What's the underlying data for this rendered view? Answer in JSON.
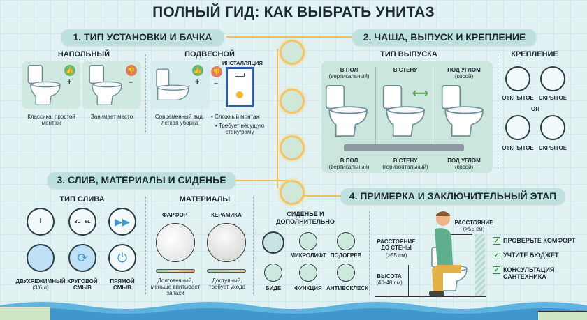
{
  "title": "ПОЛНЫЙ ГИД: КАК ВЫБРАТЬ УНИТАЗ",
  "s1": {
    "header": "1. ТИП УСТАНОВКИ И БАЧКА",
    "floor": {
      "title": "НАПОЛЬНЫЙ",
      "plus": "+",
      "minus": "–",
      "pro": "Классика, простой монтаж",
      "con": "Занимает место"
    },
    "wall": {
      "title": "ПОДВЕСНОЙ",
      "install": "ИНСТАЛЛЯЦИЯ",
      "plus": "+",
      "minus": "–",
      "pro": "Современный вид, легкая уборка",
      "con1": "• Сложный монтаж",
      "con2": "• Требует несущую стену/раму"
    }
  },
  "s2": {
    "header": "2. ЧАША, ВЫПУСК И КРЕПЛЕНИЕ",
    "outlet_title": "ТИП ВЫПУСКА",
    "top": [
      {
        "a": "В ПОЛ",
        "b": "(вертикальный)"
      },
      {
        "a": "В СТЕНУ",
        "b": ""
      },
      {
        "a": "ПОД УГЛОМ",
        "b": "(косой)"
      }
    ],
    "bottom": [
      {
        "a": "В ПОЛ",
        "b": "(вертикальный)"
      },
      {
        "a": "В СТЕНУ",
        "b": "(горизонтальный)"
      },
      {
        "a": "ПОД УГЛОМ",
        "b": "(косой)"
      }
    ],
    "mount_title": "КРЕПЛЕНИЕ",
    "open": "ОТКРЫТОЕ",
    "hidden": "СКРЫТОЕ",
    "or": "OR"
  },
  "s3": {
    "header": "3. СЛИВ, МАТЕРИАЛЫ И СИДЕНЬЕ",
    "flush_title": "ТИП СЛИВА",
    "btn_single": "I",
    "btn_3l": "3L",
    "btn_6l": "6L",
    "flush": [
      {
        "a": "ДВУХРЕЖИМНЫЙ",
        "b": "(3/6 л)"
      },
      {
        "a": "КРУГОВОЙ",
        "b": "СМЫВ"
      },
      {
        "a": "ПРЯМОЙ",
        "b": "СМЫВ"
      }
    ],
    "materials_title": "МАТЕРИАЛЫ",
    "porcelain": {
      "name": "ФАРФОР",
      "desc": "Долговечный, меньше впитывает запахи",
      "score": 1.0
    },
    "ceramic": {
      "name": "КЕРАМИКА",
      "desc": "Доступный, требует ухода",
      "score": 0.85
    },
    "seat_title": "СИДЕНЬЕ И ДОПОЛНИТЕЛЬНО",
    "seat": [
      "МИКРОЛИФТ",
      "ПОДОГРЕВ",
      "БИДЕ",
      "ФУНКЦИЯ",
      "АНТИВСКЛЕСК"
    ]
  },
  "s4": {
    "header": "4. ПРИМЕРКА И ЗАКЛЮЧИТЕЛЬНЫЙ ЭТАП",
    "dist_top": "РАССТОЯНИЕ",
    "dist_top_v": "(>55 см)",
    "dist_wall": "РАССТОЯНИЕ ДО СТЕНЫ",
    "dist_wall_v": "(>55 см)",
    "height": "ВЫСОТА",
    "height_v": "(40-48 см)",
    "checks": [
      "ПРОВЕРЬТЕ КОМФОРТ",
      "УЧТИТЕ БЮДЖЕТ",
      "КОНСУЛЬТАЦИЯ САНТЕХНИКА"
    ]
  }
}
